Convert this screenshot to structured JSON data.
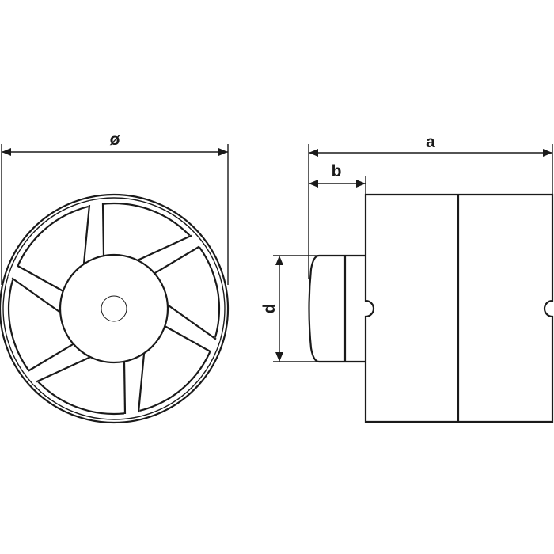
{
  "labels": {
    "diameter": "ø",
    "length": "a",
    "front_depth": "b",
    "spigot_diameter": "d"
  },
  "colors": {
    "line": "#1a1a1a",
    "background": "#ffffff"
  }
}
